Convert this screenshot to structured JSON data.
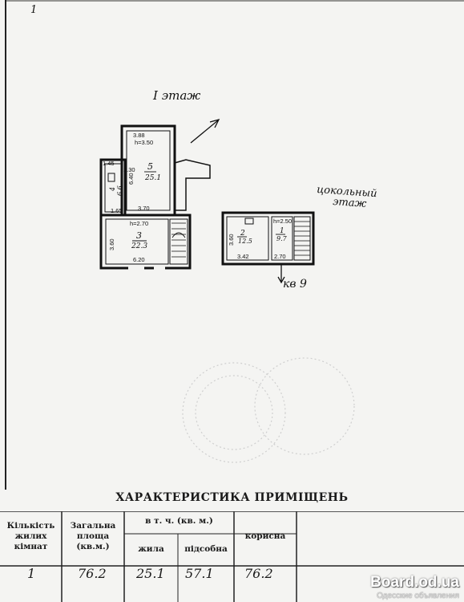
{
  "top_mark": "1",
  "floor1": {
    "title": "I этаж",
    "dims": {
      "r5_top": "3.88",
      "r5_h": "h=3.50",
      "r5_side": "6.40",
      "r5_bottom": "3.70",
      "r4_w": "1.45",
      "r4_side": "2.30",
      "r3_top": "h=2.70",
      "r3_left": "3.60",
      "r3_bottom": "6.20",
      "r4_bottom": "1.65"
    },
    "rooms": [
      {
        "no": "5",
        "area": "25.1"
      },
      {
        "no": "4",
        "area": "6.6"
      },
      {
        "no": "3",
        "area": "22.3"
      }
    ]
  },
  "basement": {
    "title_line1": "цокольный",
    "title_line2": "этаж",
    "dims": {
      "h": "h=2.50",
      "left": "3.60",
      "bottom_left": "3.42",
      "bottom_right": "2.70"
    },
    "rooms": [
      {
        "no": "2",
        "area": "12.5"
      },
      {
        "no": "1",
        "area": "9.7"
      }
    ],
    "apartment": "кв 9"
  },
  "table": {
    "title": "ХАРАКТЕРИСТИКА ПРИМІЩЕНЬ",
    "headers": {
      "rooms": [
        "Кількість",
        "жилих",
        "кімнат"
      ],
      "total": [
        "Загальна",
        "площа",
        "(кв.м.)"
      ],
      "incl": "в т. ч. (кв. м.)",
      "living": "жила",
      "aux": "підсобна",
      "useful": "корисна"
    },
    "values": {
      "rooms": "1",
      "total": "76.2",
      "living": "25.1",
      "aux": "57.1",
      "useful": "76.2"
    }
  },
  "watermark": {
    "site": "Board.od.ua",
    "caption": "Одесские объявления"
  }
}
